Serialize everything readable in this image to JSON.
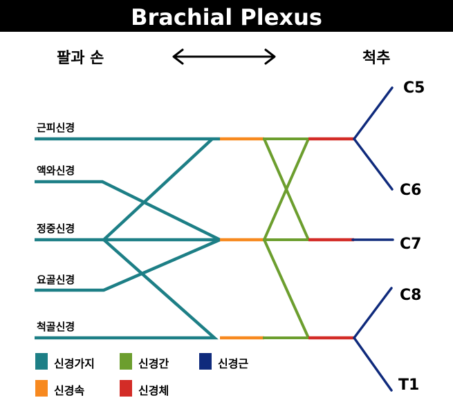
{
  "title": "Brachial Plexus",
  "header": {
    "left": "팔과 손",
    "right": "척추"
  },
  "nerves": {
    "musculocutaneous": "근피신경",
    "axillary": "액와신경",
    "median": "정중신경",
    "radial": "요골신경",
    "ulnar": "척골신경"
  },
  "roots": {
    "c5": "C5",
    "c6": "C6",
    "c7": "C7",
    "c8": "C8",
    "t1": "T1"
  },
  "legend": [
    {
      "label": "신경가지",
      "color": "#1d7f86"
    },
    {
      "label": "신경간",
      "color": "#6c9e2e"
    },
    {
      "label": "신경근",
      "color": "#0f2a7c"
    },
    {
      "label": "신경속",
      "color": "#f7891f"
    },
    {
      "label": "신경체",
      "color": "#d32c27"
    }
  ],
  "colors": {
    "branch": "#1d7f86",
    "cord": "#f7891f",
    "division": "#6c9e2e",
    "trunk": "#d32c27",
    "root": "#0f2a7c",
    "title_bg": "#000000"
  }
}
